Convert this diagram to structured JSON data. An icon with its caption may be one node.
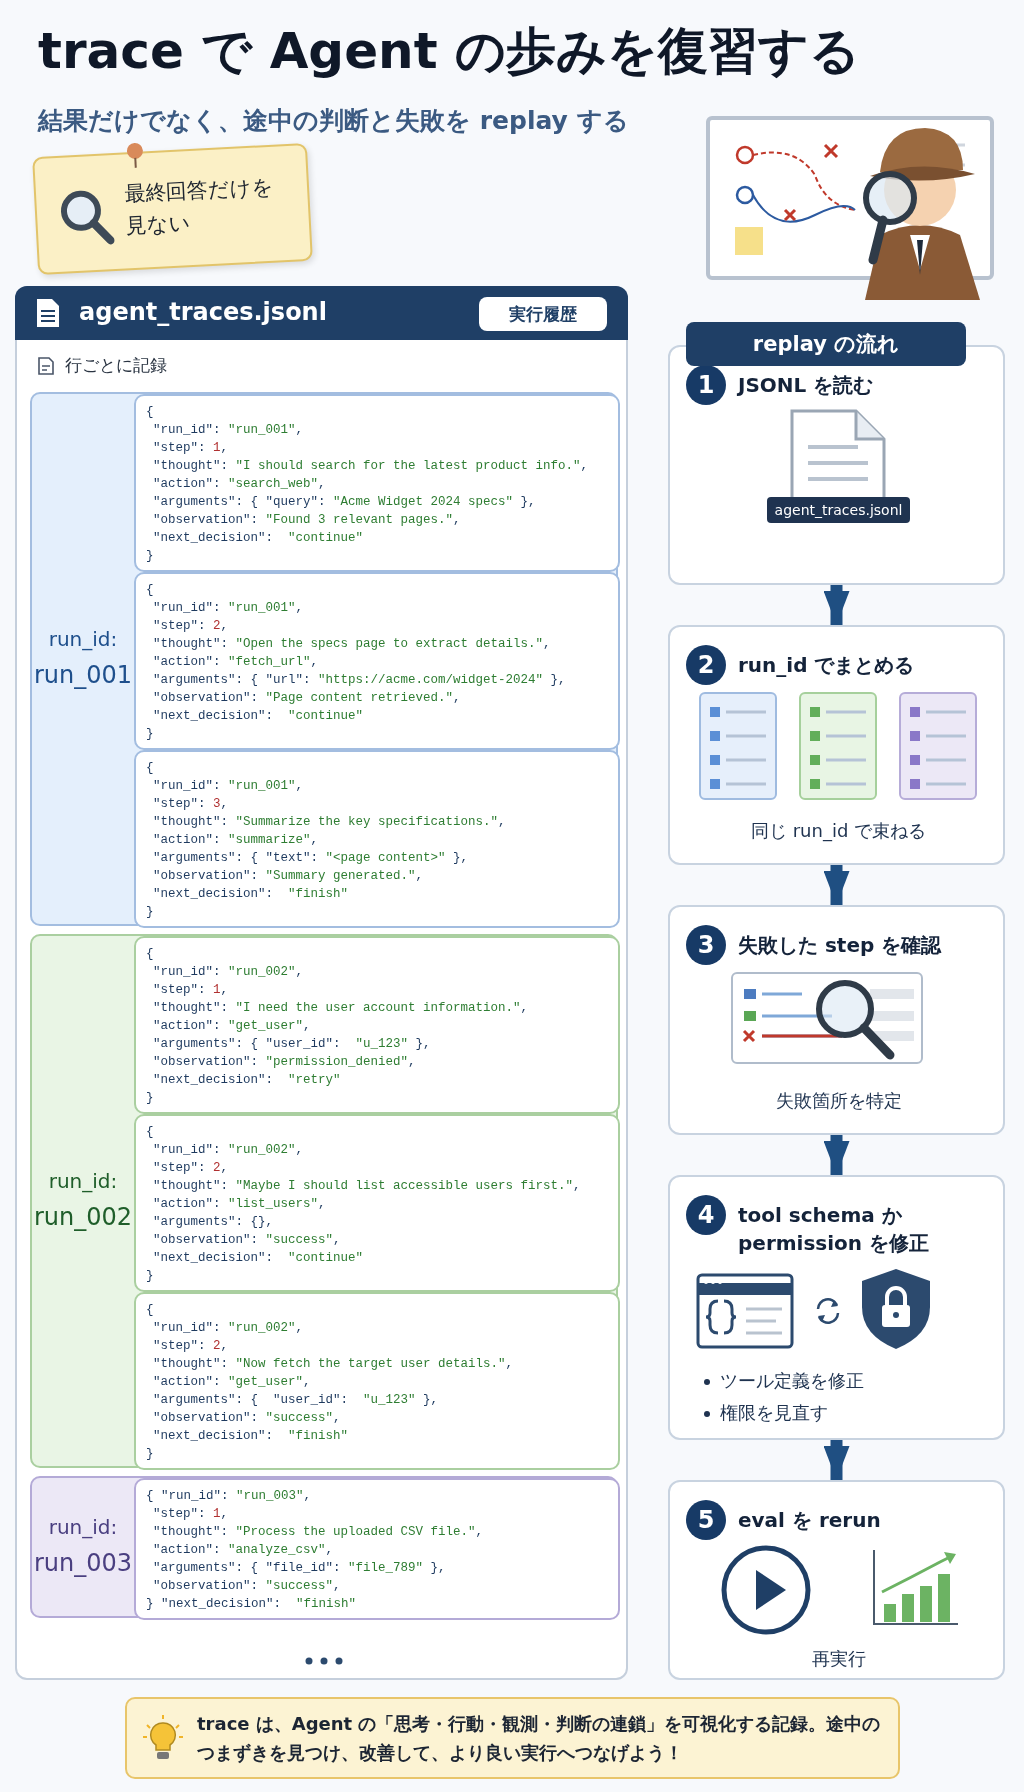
{
  "diagram": {
    "title": "trace で Agent の歩みを復習する",
    "nodes": [
      {
        "text": [
          "最終回答だけを見ない"
        ]
      },
      {
        "text": [
          "agent_traces.jsonl",
          "実行履歴",
          "行ごとに記録"
        ]
      },
      {
        "text": [
          "run_id:",
          "run_001"
        ],
        "in": 1
      },
      {
        "text": [
          "{",
          "\"run_id\": \"run_001\",",
          "\"step\": 1,",
          "\"thought\": \"I should search for the latest product info.\",",
          "\"action\": \"search_web\",",
          "\"arguments\": { \"query\": \"Acme Widget 2024 specs\" },",
          "\"observation\": \"Found 3 relevant pages.\",",
          "\"next_decision\":  \"continue\"",
          "}"
        ],
        "in": 2
      },
      {
        "text": [
          "{",
          "\"run_id\": \"run_001\",",
          "\"step\": 2,",
          "\"thought\": \"Open the specs page to extract details.\",",
          "\"action\": \"fetch_url\",",
          "\"arguments\": { \"url\": \"https://acme.com/widget-2024\" },",
          "\"observation\": \"Page content retrieved.\",",
          "\"next_decision\":  \"continue\"",
          "}"
        ],
        "in": 2
      },
      {
        "text": [
          "{",
          "\"run_id\": \"run_001\",",
          "\"step\": 3,",
          "\"thought\": \"Summarize the key specifications.\",",
          "\"action\": \"summarize\",",
          "\"arguments\": { \"text\": \"<page content>\" },",
          "\"observation\": \"Summary generated.\",",
          "\"next_decision\":  \"finish\"",
          "}"
        ],
        "in": 2
      },
      {
        "text": [
          "run_id:",
          "run_002"
        ],
        "in": 1
      },
      {
        "text": [
          "{",
          "\"run_id\": \"run_002\",",
          "\"step\": 1,",
          "\"thought\": \"I need the user account information.\",",
          "\"action\": \"get_user\",",
          "\"arguments\": { \"user_id\":  \"u_123\" },",
          "\"observation\": \"permission_denied\",",
          "\"next_decision\":  \"retry\"",
          "}"
        ],
        "in": 6
      },
      {
        "text": [
          "{",
          "\"run_id\": \"run_002\",",
          "\"step\": 2,",
          "\"thought\": \"Maybe I should list accessible users first.\",",
          "\"action\": \"list_users\",",
          "\"arguments\": {},",
          "\"observation\": \"success\",",
          "\"next_decision\":  \"continue\"",
          "}"
        ],
        "in": 6
      },
      {
        "text": [
          "{",
          "\"run_id\": \"run_002\",",
          "\"step\": 2,",
          "\"thought\": \"Now fetch the target user details.\",",
          "\"action\": \"get_user\",",
          "\"arguments\": {  \"user_id\":  \"u_123\" },",
          "\"observation\": \"success\",",
          "\"next_decision\":  \"finish\"",
          "}"
        ],
        "in": 6
      },
      {
        "text": [
          "run_id:",
          "run_003"
        ],
        "in": 1
      },
      {
        "text": [
          "{ \"run_id\": \"run_003\",",
          "\"step\": 1,",
          "\"thought\": \"Process the uploaded CSV file.\",",
          "\"action\": \"analyze_csv\",",
          "\"arguments\": { \"file_id\": \"file_789\" },",
          "\"observation\": \"success\",",
          "} \"next_decision\":  \"finish\""
        ],
        "in": 10
      },
      {
        "text": [
          "1",
          "JSONL を読む",
          "agent_traces.jsonl"
        ]
      },
      {
        "text": [
          "2",
          "run_id でまとめる",
          "同じ run_id で束ねる"
        ]
      },
      {
        "text": [
          "3",
          "失敗した step を確認",
          "失敗箇所を特定"
        ]
      },
      {
        "text": [
          "4",
          "tool schema か permission を修正",
          "ツール定義を修正",
          "権限を見直す"
        ]
      },
      {
        "text": [
          "5",
          "eval を rerun",
          "再実行"
        ]
      },
      {
        "text": [
          "trace は、Agent の「思考・行動・観測・判断の連鎖」を可視化する記録。途中のつまずきを見つけ、改善して、より良い実行へつなげよう！"
        ]
      }
    ],
    "edges": [
      {
        "from": 12,
        "to": 13,
        "arrow": "to"
      },
      {
        "from": 13,
        "to": 14,
        "arrow": "to"
      },
      {
        "from": 14,
        "to": 15,
        "arrow": "to"
      },
      {
        "from": 15,
        "to": 16,
        "arrow": "to"
      }
    ],
    "labels": [
      "結果だけでなく、途中の判断と失敗を replay する",
      "replay の流れ"
    ]
  }
}
